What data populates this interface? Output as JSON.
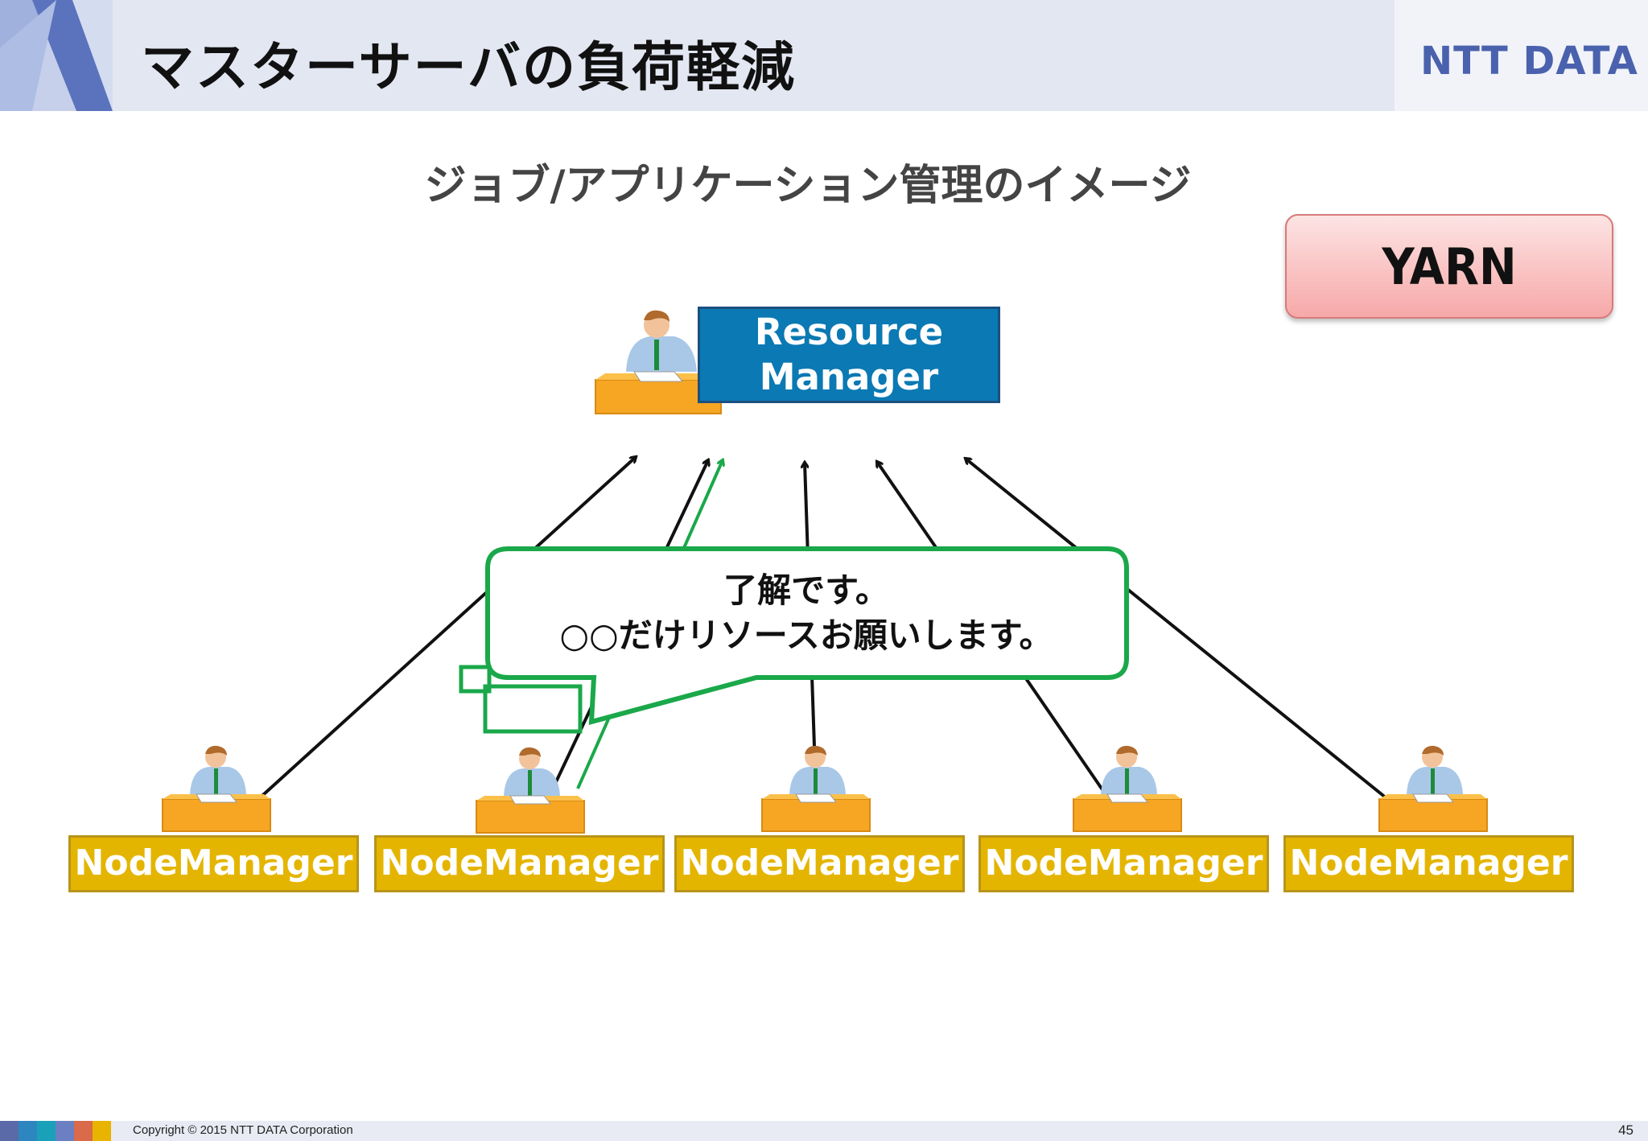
{
  "header": {
    "title": "マスターサーバの負荷軽減",
    "logo": "NTT DATA"
  },
  "slide": {
    "subtitle": "ジョブ/アプリケーション管理のイメージ",
    "badge": "YARN",
    "resource_manager": [
      "Resource",
      "Manager"
    ],
    "node_managers": [
      "NodeManager",
      "NodeManager",
      "NodeManager",
      "NodeManager",
      "NodeManager"
    ],
    "bubble": [
      "了解です。",
      "○○だけリソースお願いします。"
    ]
  },
  "colors": {
    "resource_manager": "#0b79b3",
    "node_manager": "#e4b500",
    "bubble_border": "#1aa84a",
    "yarn": "#f7a8a8"
  },
  "footer": {
    "copyright": "Copyright © 2015 NTT DATA Corporation",
    "page_number": "45"
  }
}
